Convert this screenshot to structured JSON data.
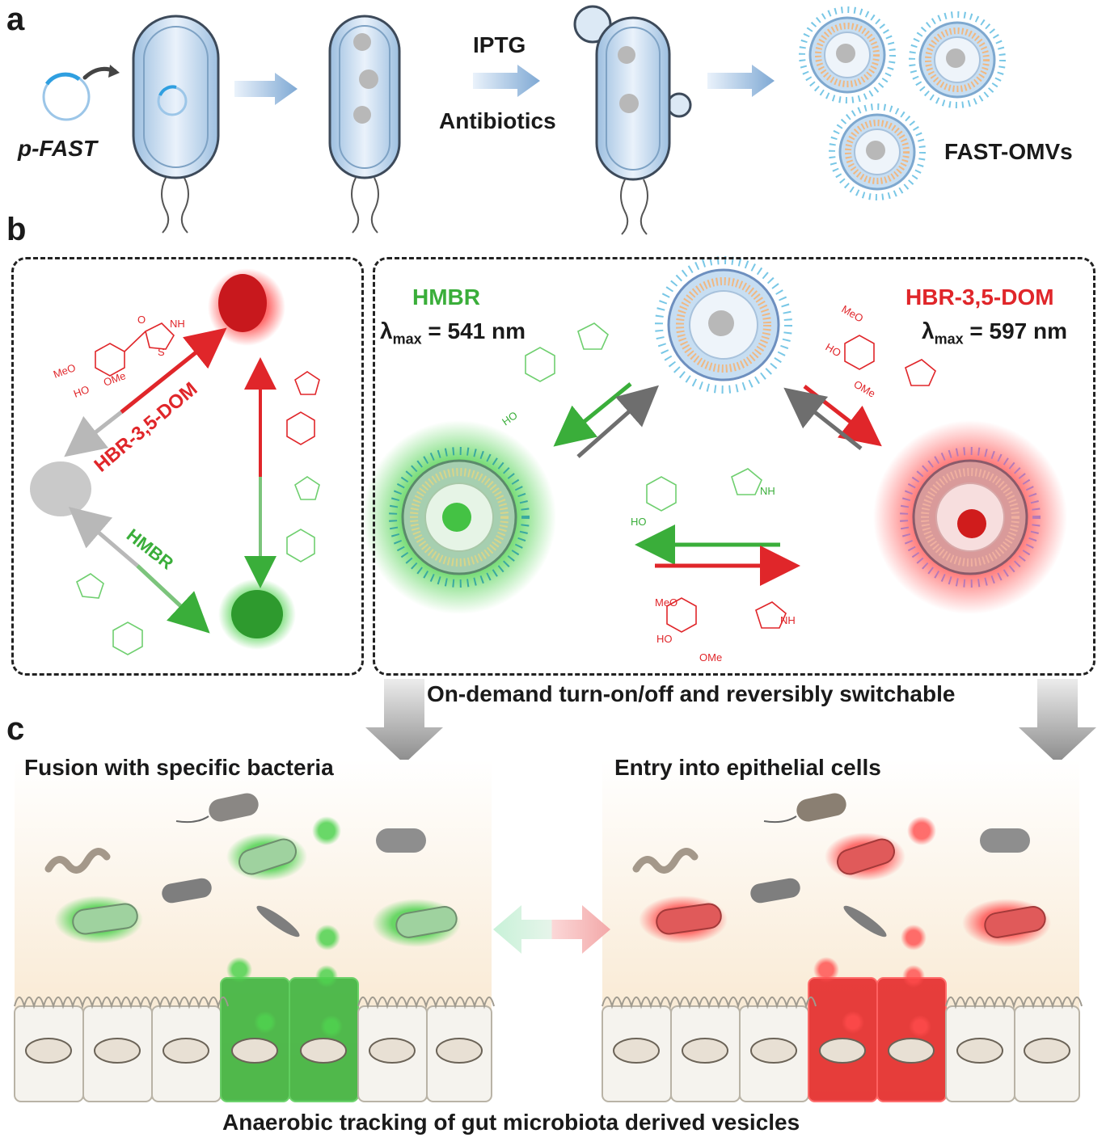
{
  "panel_a": {
    "letter": "a",
    "plasmid_label": "p-FAST",
    "arrow_label_top": "IPTG",
    "arrow_label_bottom": "Antibiotics",
    "product_label": "FAST-OMVs"
  },
  "panel_b": {
    "letter": "b",
    "left_box": {
      "ligand_red": "HBR-3,5-DOM",
      "ligand_green": "HMBR"
    },
    "right_box": {
      "green_name": "HMBR",
      "green_lambda": "= 541 nm",
      "red_name": "HBR-3,5-DOM",
      "red_lambda": "= 597 nm",
      "lambda_symbol": "λ",
      "lambda_sub": "max"
    },
    "chem_labels": {
      "meo": "MeO",
      "ho": "HO",
      "ome": "OMe",
      "nh": "NH",
      "s": "S",
      "o": "O"
    },
    "caption": "On-demand turn-on/off and reversibly switchable"
  },
  "panel_c": {
    "letter": "c",
    "left_title": "Fusion with specific bacteria",
    "right_title": "Entry into epithelial cells",
    "footer": "Anaerobic tracking of gut microbiota derived vesicles"
  },
  "colors": {
    "green": "#3aae3a",
    "red": "#e0262a",
    "grey": "#8a8a8a",
    "blue_arrow": "#8fb6dc",
    "gut_bg": "#fbeedd"
  }
}
